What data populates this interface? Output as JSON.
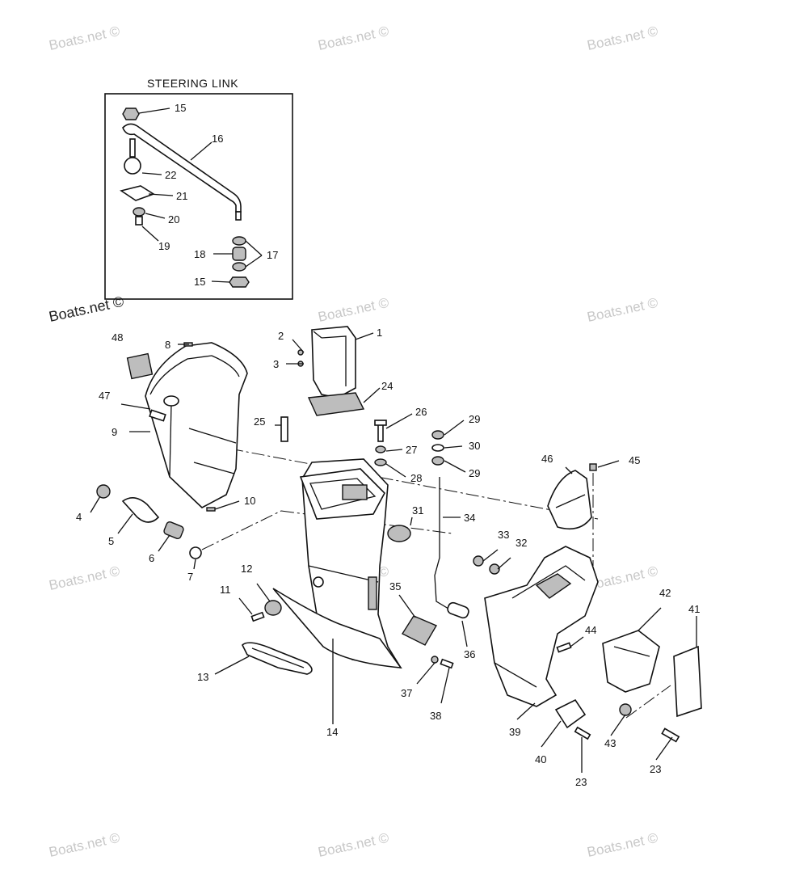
{
  "title": "STEERING LINK",
  "watermark": "Boats.net ©",
  "callouts": [
    "1",
    "2",
    "3",
    "4",
    "5",
    "6",
    "7",
    "8",
    "9",
    "10",
    "11",
    "12",
    "13",
    "14",
    "15",
    "16",
    "17",
    "18",
    "19",
    "20",
    "21",
    "22",
    "23",
    "24",
    "25",
    "26",
    "27",
    "28",
    "29",
    "30",
    "31",
    "32",
    "33",
    "34",
    "35",
    "36",
    "37",
    "38",
    "39",
    "40",
    "41",
    "42",
    "43",
    "44",
    "45",
    "46",
    "47",
    "48"
  ]
}
